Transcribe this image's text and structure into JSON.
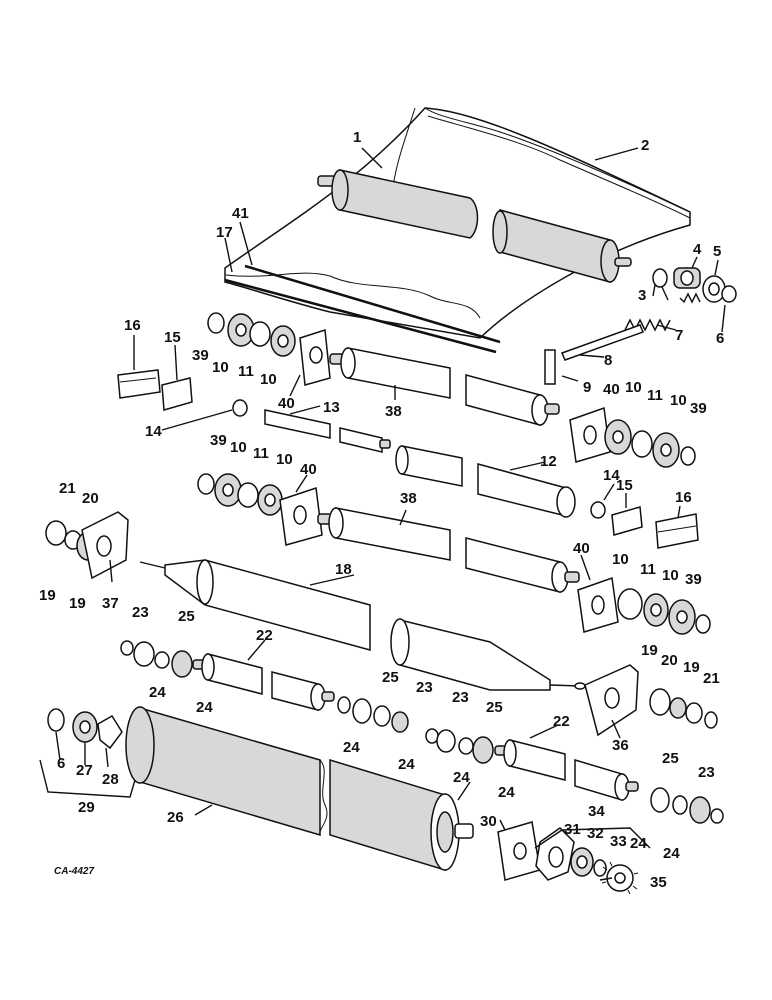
{
  "diagram_code": "CA-4427",
  "callouts": {
    "c1": "1",
    "c2": "2",
    "c3": "3",
    "c4": "4",
    "c5": "5",
    "c6": "6",
    "c7": "7",
    "c8": "8",
    "c9": "9",
    "c10a": "10",
    "c10b": "10",
    "c10c": "10",
    "c10d": "10",
    "c10e": "10",
    "c10f": "10",
    "c10g": "10",
    "c10h": "10",
    "c11a": "11",
    "c11b": "11",
    "c11c": "11",
    "c11d": "11",
    "c12": "12",
    "c13": "13",
    "c14a": "14",
    "c14b": "14",
    "c15a": "15",
    "c15b": "15",
    "c16a": "16",
    "c16b": "16",
    "c17": "17",
    "c18": "18",
    "c19a": "19",
    "c19b": "19",
    "c19c": "19",
    "c19d": "19",
    "c20a": "20",
    "c20b": "20",
    "c21a": "21",
    "c21b": "21",
    "c22a": "22",
    "c22b": "22",
    "c23a": "23",
    "c23b": "23",
    "c23c": "23",
    "c23d": "23",
    "c24a": "24",
    "c24b": "24",
    "c24c": "24",
    "c24d": "24",
    "c24e": "24",
    "c24f": "24",
    "c24g": "24",
    "c24h": "24",
    "c25a": "25",
    "c25b": "25",
    "c25c": "25",
    "c25d": "25",
    "c26": "26",
    "c27": "27",
    "c28": "28",
    "c29": "29",
    "c30": "30",
    "c31": "31",
    "c32": "32",
    "c33": "33",
    "c34": "34",
    "c35": "35",
    "c36": "36",
    "c37": "37",
    "c38a": "38",
    "c38b": "38",
    "c39a": "39",
    "c39b": "39",
    "c39c": "39",
    "c39d": "39",
    "c40a": "40",
    "c40b": "40",
    "c40c": "40",
    "c40d": "40",
    "c41": "41"
  }
}
